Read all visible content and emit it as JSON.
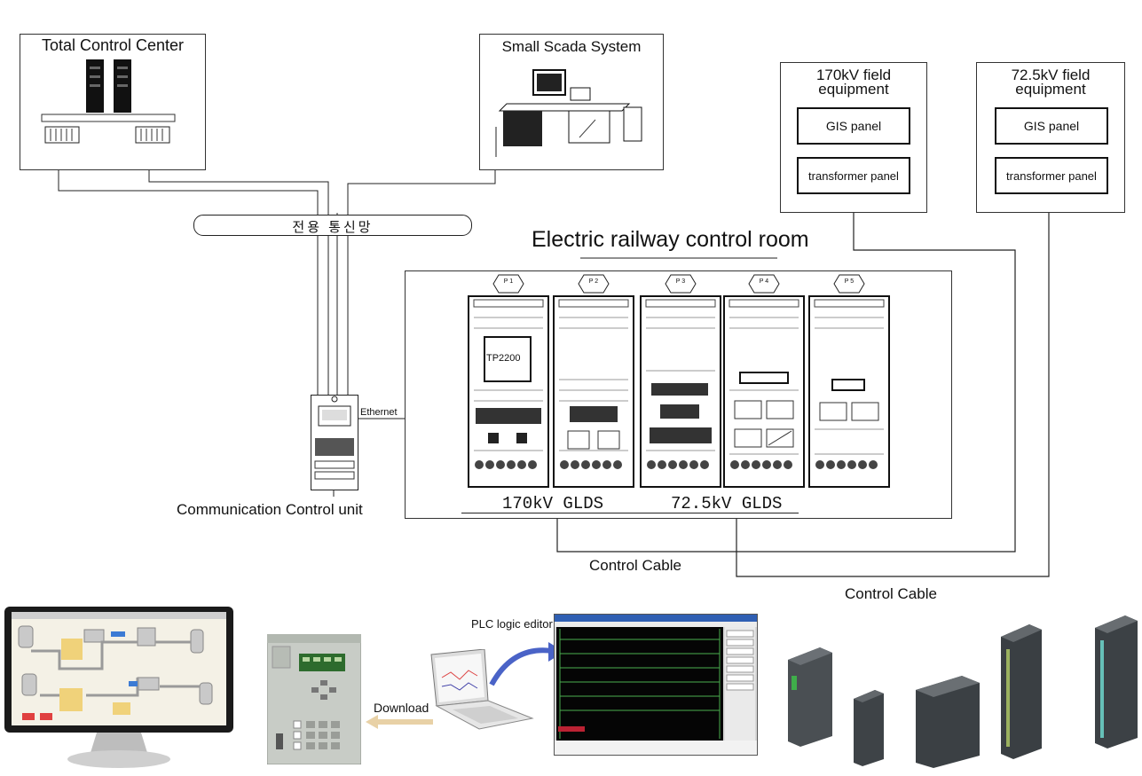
{
  "nodes": {
    "total_control_center": {
      "title": "Total Control Center"
    },
    "small_scada": {
      "title": "Small Scada System"
    },
    "field_170kv": {
      "title": "170kV field\nequipment",
      "gis": "GIS panel",
      "transformer": "transformer panel"
    },
    "field_72kv": {
      "title": "72.5kV field\nequipment",
      "gis": "GIS panel",
      "transformer": "transformer panel"
    },
    "network_bus": {
      "label": "전용 통신망"
    },
    "control_room": {
      "title": "Electric railway control room"
    },
    "ccu": {
      "label": "Communication Control unit",
      "ethernet": "Ethernet"
    },
    "panel_screen": {
      "label": "TP2200"
    },
    "gldsl_170": {
      "label": "170kV GLDS"
    },
    "gldsl_72": {
      "label": "72.5kV GLDS"
    },
    "cabinets": [
      {
        "tag": "P 1"
      },
      {
        "tag": "P 2"
      },
      {
        "tag": "P 3"
      },
      {
        "tag": "P 4"
      },
      {
        "tag": "P 5"
      }
    ]
  },
  "edges": {
    "control_cable_1": "Control Cable",
    "control_cable_2": "Control Cable"
  },
  "bottom": {
    "plc_logic_editor": "PLC logic editor",
    "download": "Download"
  }
}
